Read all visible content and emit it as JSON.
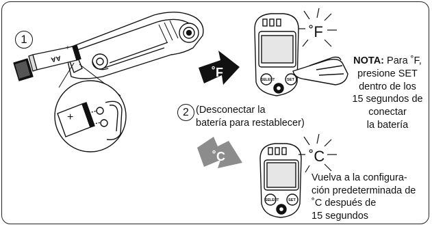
{
  "step1": {
    "number": "1"
  },
  "step2": {
    "number": "2",
    "text_line1": "(Desconectar la",
    "text_line2": "batería para restablecer)"
  },
  "arrows": {
    "fahrenheit_label": "˚F",
    "celsius_label": "˚C",
    "fahrenheit_color": "#111111",
    "celsius_color": "#8c8c8c"
  },
  "device_top": {
    "display": "˚F",
    "select_label": "SELECT",
    "set_label": "SET"
  },
  "device_bottom": {
    "display": "˚C",
    "select_label": "SELECT",
    "set_label": "SET"
  },
  "battery": {
    "label": "AA",
    "plus": "+"
  },
  "note": {
    "title": "NOTA:",
    "line1": " Para ˚F,",
    "line2": "presione SET",
    "line3": "dentro de los",
    "line4": "15 segundos de",
    "line5": "conectar",
    "line6": "la batería"
  },
  "revert": {
    "line1": "Vuelva a la configura-",
    "line2": "ción predeterminada de",
    "line3": "˚C después de",
    "line4": "15 segundos"
  }
}
